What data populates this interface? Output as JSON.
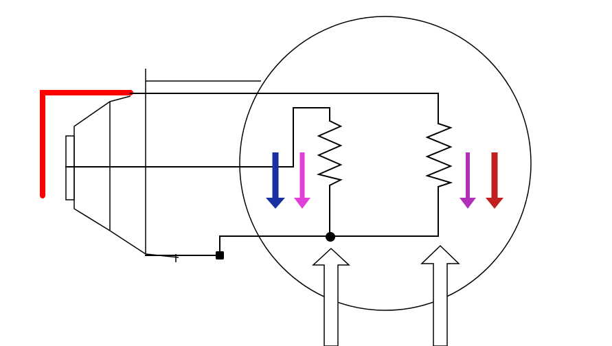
{
  "colors": {
    "background": "#ffffff",
    "wire": "#000000",
    "highlight_wire": "#ff0000",
    "arrow_blue": "#1a2fa0",
    "arrow_magenta": "#e040d8",
    "arrow_purple": "#b030b8",
    "arrow_red": "#c02020",
    "entry_arrow_fill": "#ffffff"
  },
  "components": {
    "bulb": "circle-outline",
    "base": "lamp-base",
    "filament_left": "resistor-zigzag",
    "filament_right": "resistor-zigzag",
    "junction": "solder-dot"
  },
  "arrows": [
    {
      "name": "current-arrow-left-blue",
      "color": "#1a2fa0",
      "direction": "down"
    },
    {
      "name": "current-arrow-left-magenta",
      "color": "#e040d8",
      "direction": "down"
    },
    {
      "name": "current-arrow-right-purple",
      "color": "#b030b8",
      "direction": "down"
    },
    {
      "name": "current-arrow-right-red",
      "color": "#c02020",
      "direction": "down"
    },
    {
      "name": "entry-arrow-left",
      "color": "#ffffff",
      "direction": "up"
    },
    {
      "name": "entry-arrow-right",
      "color": "#ffffff",
      "direction": "up"
    }
  ]
}
